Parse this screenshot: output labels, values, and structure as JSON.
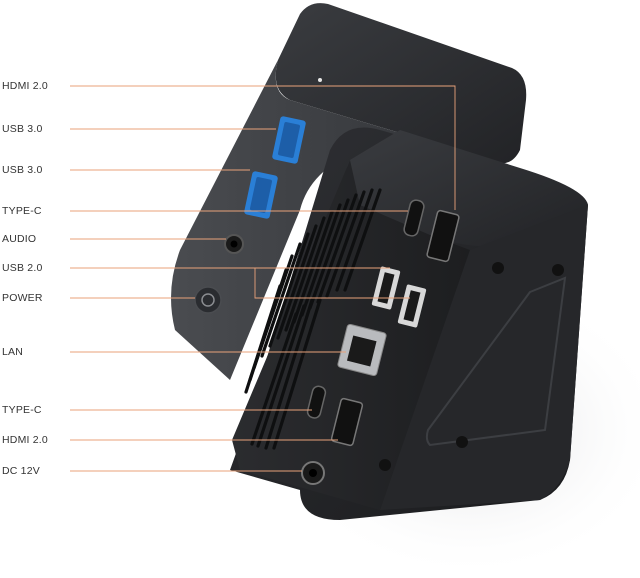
{
  "labels": [
    {
      "id": "hdmi-top",
      "text": "HDMI 2.0"
    },
    {
      "id": "usb30-a",
      "text": "USB 3.0"
    },
    {
      "id": "usb30-b",
      "text": "USB 3.0"
    },
    {
      "id": "typec-top",
      "text": "TYPE-C"
    },
    {
      "id": "audio",
      "text": "AUDIO"
    },
    {
      "id": "usb20",
      "text": "USB 2.0"
    },
    {
      "id": "power",
      "text": "POWER"
    },
    {
      "id": "lan",
      "text": "LAN"
    },
    {
      "id": "typec-bottom",
      "text": "TYPE-C"
    },
    {
      "id": "hdmi-bottom",
      "text": "HDMI 2.0"
    },
    {
      "id": "dc",
      "text": "DC 12V"
    }
  ],
  "colors": {
    "leader_line": "#e8a27a",
    "usb3_blue": "#2a7fd6",
    "body_dark": "#2e3033"
  }
}
